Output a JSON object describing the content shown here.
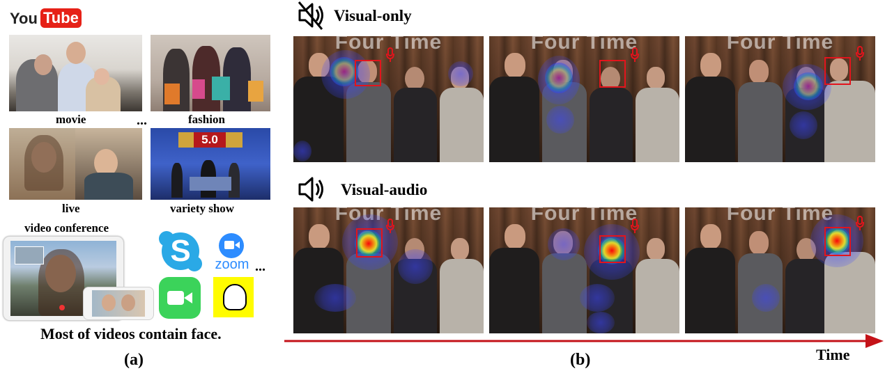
{
  "left_panel": {
    "logo": {
      "you": "You",
      "tube": "Tube"
    },
    "captions": {
      "movie": "movie",
      "fashion": "fashion",
      "ellipsis_top": "...",
      "live": "live",
      "variety_show": "variety show",
      "video_conference": "video conference",
      "ellipsis_apps": "..."
    },
    "variety_score": "5.0",
    "zoom_label": "zoom",
    "statement": "Most of videos contain face.",
    "label": "(a)"
  },
  "right_panel": {
    "visual_only": "Visual-only",
    "visual_audio": "Visual-audio",
    "wall_text": "Four Time",
    "time_label": "Time",
    "label": "(b)"
  },
  "colors": {
    "youtube_red": "#e62117",
    "box_red": "#e3141c",
    "arrow_red": "#c41218",
    "skype_blue": "#2aa9e6",
    "zoom_blue": "#2d8cff",
    "facetime_green": "#3bd35a",
    "snapchat_yellow": "#fffc00"
  }
}
